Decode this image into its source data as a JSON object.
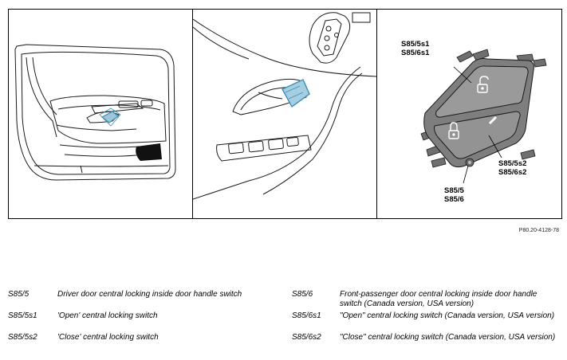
{
  "figure": {
    "callouts": {
      "switch_open": [
        "S85/5s1",
        "S85/6s1"
      ],
      "switch_close": [
        "S85/5s2",
        "S85/6s2"
      ],
      "switch_assembly": [
        "S85/5",
        "S85/6"
      ]
    },
    "figure_id": "P80.20-4128-78"
  },
  "legend": {
    "left": [
      {
        "code": "S85/5",
        "desc": "Driver door central locking inside door handle switch"
      },
      {
        "code": "S85/5s1",
        "desc": "'Open' central locking switch"
      },
      {
        "code": "S85/5s2",
        "desc": "'Close' central locking switch"
      }
    ],
    "right": [
      {
        "code": "S85/6",
        "desc": "Front-passenger door central locking inside door handle switch (Canada version, USA version)"
      },
      {
        "code": "S85/6s1",
        "desc": "\"Open\" central locking switch (Canada version, USA version)"
      },
      {
        "code": "S85/6s2",
        "desc": "\"Close\" central locking switch (Canada version, USA version)"
      }
    ]
  },
  "colors": {
    "highlight": "#3d8fb6",
    "switch_body": "#8a8a8a",
    "switch_dark": "#4a4a4a",
    "line": "#1a1a1a"
  }
}
